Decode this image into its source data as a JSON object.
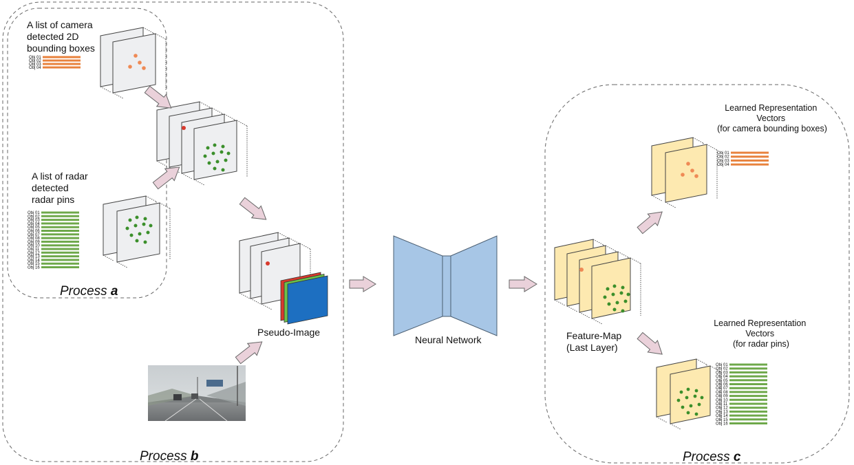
{
  "process_a": {
    "label_prefix": "Process ",
    "letter": "a",
    "camera_list_title": [
      "A list of camera",
      "detected 2D",
      "bounding boxes"
    ],
    "camera_objects": [
      "Obj 01",
      "Obj 02",
      "Obj 03",
      "Obj 04"
    ],
    "radar_list_title": [
      "A list of radar",
      "detected",
      "radar pins"
    ],
    "radar_objects": [
      "Obj 01",
      "Obj 02",
      "Obj 03",
      "Obj 04",
      "Obj 05",
      "Obj 06",
      "Obj 07",
      "Obj 08",
      "Obj 09",
      "Obj 10",
      "Obj 11",
      "Obj 12",
      "Obj 13",
      "Obj 14",
      "Obj 15",
      "Obj 16"
    ]
  },
  "process_b": {
    "label_prefix": "Process ",
    "letter": "b",
    "pseudo_image_label": "Pseudo-Image"
  },
  "network": {
    "label": "Neural Network"
  },
  "process_c": {
    "label_prefix": "Process ",
    "letter": "c",
    "feature_map_label": [
      "Feature-Map",
      "(Last Layer)"
    ],
    "camera_vectors_title": [
      "Learned Representation",
      "Vectors",
      "(for camera bounding boxes)"
    ],
    "camera_objects": [
      "Obj 01",
      "Obj 02",
      "Obj 03",
      "Obj 04"
    ],
    "radar_vectors_title": [
      "Learned Representation",
      "Vectors",
      "(for radar pins)"
    ],
    "radar_objects": [
      "Obj 01",
      "Obj 02",
      "Obj 03",
      "Obj 04",
      "Obj 05",
      "Obj 06",
      "Obj 07",
      "Obj 08",
      "Obj 09",
      "Obj 10",
      "Obj 11",
      "Obj 12",
      "Obj 13",
      "Obj 14",
      "Obj 15",
      "Obj 16"
    ]
  },
  "colors": {
    "camera_bar": "#e8823d",
    "radar_bar": "#6ea84a",
    "plane_gray": "#eeeff1",
    "plane_yellow": "#fde9b0",
    "arrow_fill": "#ead1da",
    "network_fill": "#a7c6e6",
    "camera_dot": "#ef8a55",
    "radar_dot": "#3b8f2b",
    "channel_red": "#d83a2d",
    "channel_green": "#6cc14a",
    "channel_blue": "#1d6fc1"
  }
}
